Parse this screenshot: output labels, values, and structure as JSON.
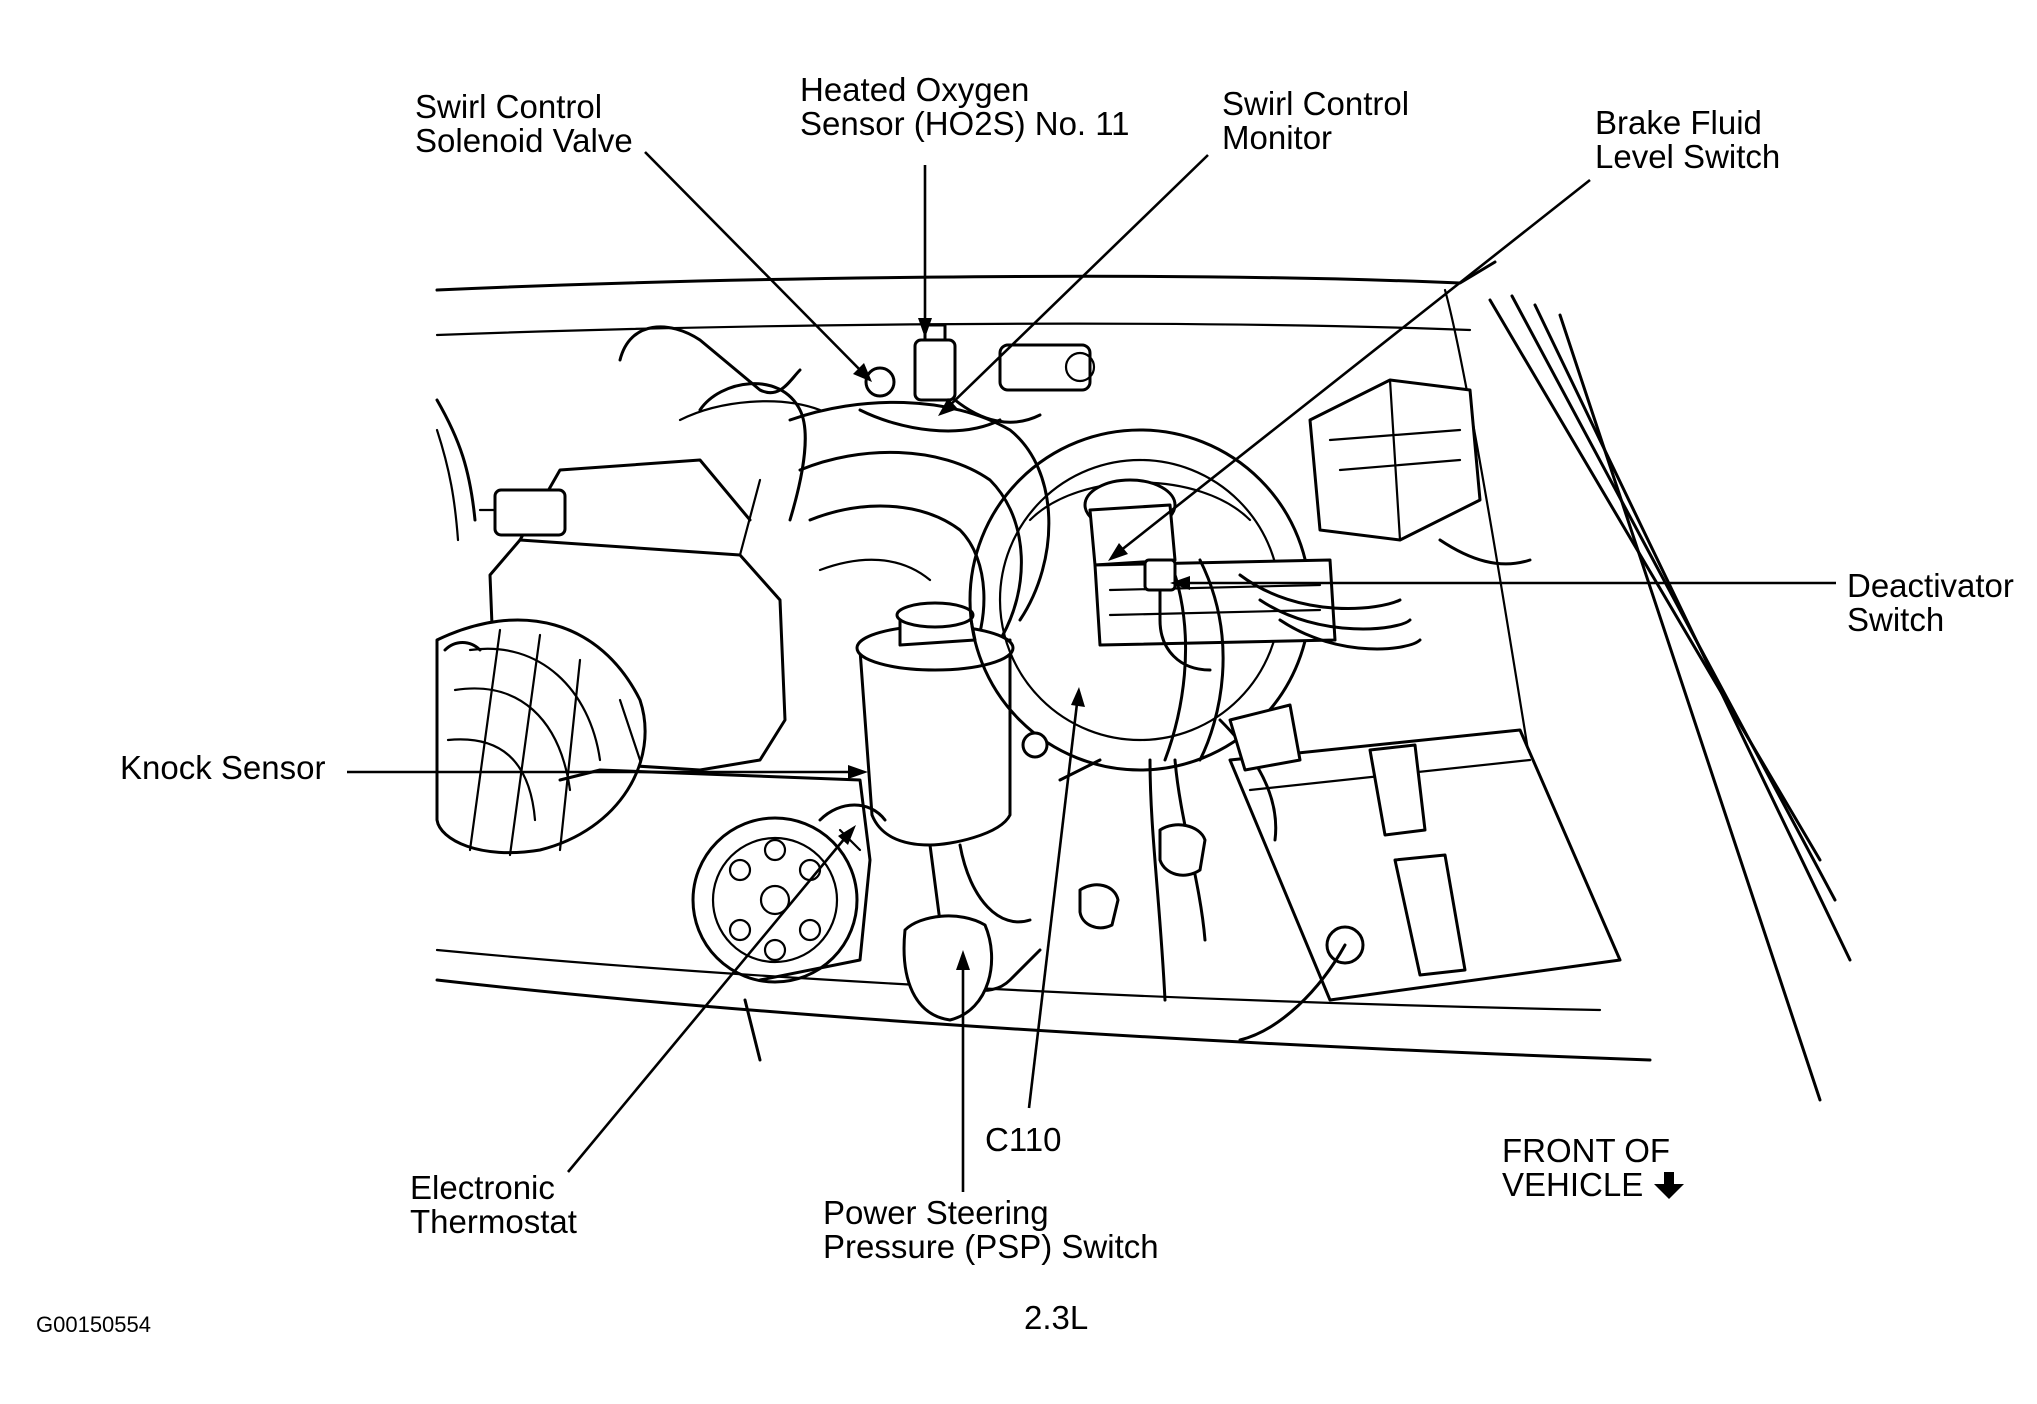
{
  "diagram": {
    "labels": {
      "swirl_solenoid": [
        "Swirl Control",
        "Solenoid Valve"
      ],
      "ho2s": [
        "Heated Oxygen",
        "Sensor (HO2S)  No. 11"
      ],
      "swirl_monitor": [
        "Swirl Control",
        "Monitor"
      ],
      "brake_fluid": [
        "Brake Fluid",
        "Level Switch"
      ],
      "deactivator": [
        "Deactivator",
        "Switch"
      ],
      "knock_sensor": [
        "Knock Sensor"
      ],
      "thermostat": [
        "Electronic",
        "Thermostat"
      ],
      "psp_switch": [
        "Power Steering",
        "Pressure (PSP) Switch"
      ],
      "c110": [
        "C110"
      ],
      "front_of_vehicle": [
        "FRONT OF",
        "VEHICLE"
      ]
    },
    "engine_caption": "2.3L",
    "figure_id": "G00150554",
    "front_arrow_icon": "down-arrow-icon",
    "ink_color": "#000000",
    "background_color": "#ffffff"
  }
}
